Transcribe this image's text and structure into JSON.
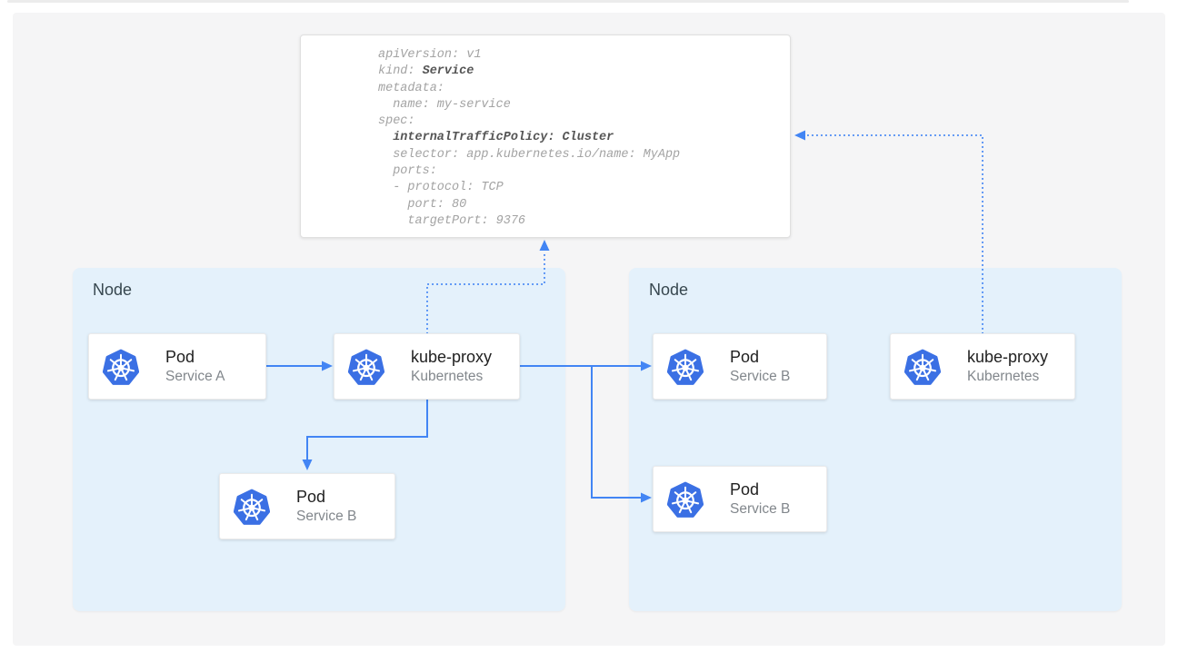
{
  "diagram": {
    "yaml_card": {
      "lines": [
        {
          "pre": "apiVersion: v1",
          "bold": ""
        },
        {
          "pre": "kind: ",
          "bold": "Service"
        },
        {
          "pre": "metadata:",
          "bold": ""
        },
        {
          "pre": "  name: my-service",
          "bold": ""
        },
        {
          "pre": "spec:",
          "bold": ""
        },
        {
          "pre": "  ",
          "bold": "internalTrafficPolicy: Cluster"
        },
        {
          "pre": "  selector: app.kubernetes.io/name: MyApp",
          "bold": ""
        },
        {
          "pre": "  ports:",
          "bold": ""
        },
        {
          "pre": "  - protocol: TCP",
          "bold": ""
        },
        {
          "pre": "    port: 80",
          "bold": ""
        },
        {
          "pre": "    targetPort: 9376",
          "bold": ""
        }
      ]
    },
    "nodes": {
      "left": {
        "label": "Node"
      },
      "right": {
        "label": "Node"
      }
    },
    "cards": {
      "pod_a": {
        "title": "Pod",
        "subtitle": "Service A",
        "icon": "kubernetes-logo"
      },
      "kube_proxy_left": {
        "title": "kube-proxy",
        "subtitle": "Kubernetes",
        "icon": "kubernetes-logo"
      },
      "pod_b_left": {
        "title": "Pod",
        "subtitle": "Service B",
        "icon": "kubernetes-logo"
      },
      "pod_b_right_top": {
        "title": "Pod",
        "subtitle": "Service B",
        "icon": "kubernetes-logo"
      },
      "pod_b_right_bottom": {
        "title": "Pod",
        "subtitle": "Service B",
        "icon": "kubernetes-logo"
      },
      "kube_proxy_right": {
        "title": "kube-proxy",
        "subtitle": "Kubernetes",
        "icon": "kubernetes-logo"
      }
    },
    "colors": {
      "arrow_blue": "#4285f4",
      "node_background": "#e4f1fb",
      "kubernetes_logo_blue": "#3b70e4",
      "panel_background": "#f5f5f6",
      "card_title": "#212121",
      "card_subtitle": "#82878c",
      "code_regular": "#a3a3a3",
      "code_bold": "#555555"
    }
  }
}
